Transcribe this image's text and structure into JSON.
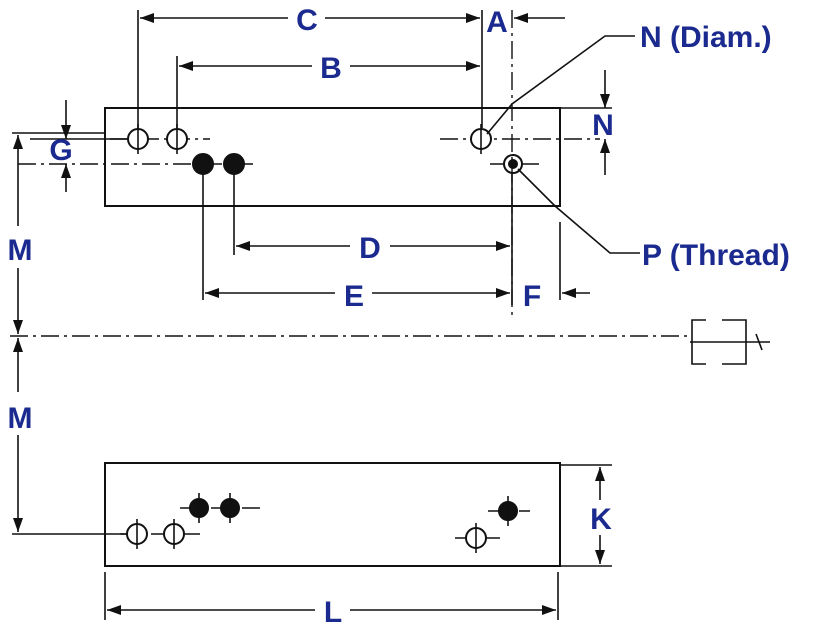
{
  "diagram": {
    "colors": {
      "line": "#111111",
      "label": "#1b2a8f"
    },
    "labels": {
      "A": "A",
      "B": "B",
      "C": "C",
      "D": "D",
      "E": "E",
      "F": "F",
      "G": "G",
      "K": "K",
      "L": "L",
      "M_top": "M",
      "M_bottom": "M",
      "N_side": "N",
      "N_diam": "N (Diam.)",
      "P_thread": "P (Thread)"
    }
  }
}
